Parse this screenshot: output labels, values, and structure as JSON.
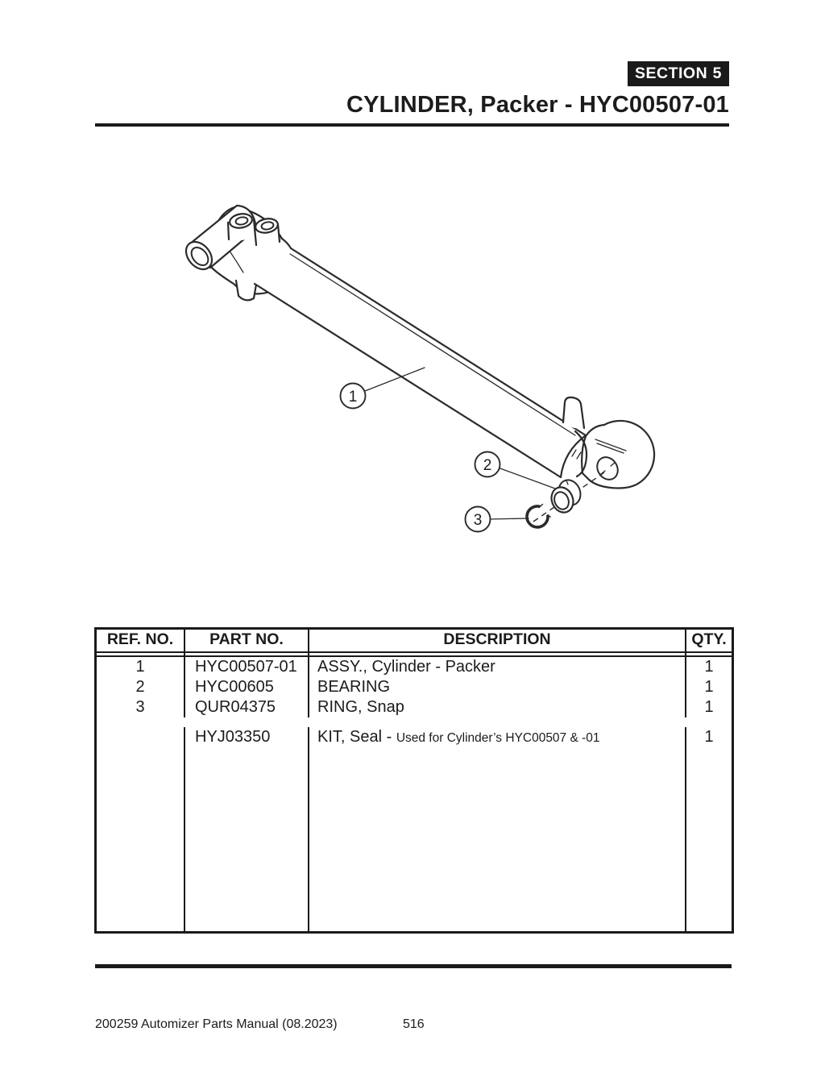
{
  "header": {
    "section_label": "SECTION",
    "section_number": "5",
    "title": "CYLINDER, Packer - HYC00507-01"
  },
  "colors": {
    "ink": "#1a1a1a",
    "line": "#2b2b2b",
    "paper": "#ffffff"
  },
  "diagram": {
    "callouts": [
      {
        "n": "1"
      },
      {
        "n": "2"
      },
      {
        "n": "3"
      }
    ]
  },
  "table": {
    "headers": [
      "REF. NO.",
      "PART NO.",
      "DESCRIPTION",
      "QTY."
    ],
    "rows": [
      {
        "ref": "1",
        "part": "HYC00507-01",
        "desc": "ASSY., Cylinder - Packer",
        "qty": "1"
      },
      {
        "ref": "2",
        "part": "HYC00605",
        "desc": "BEARING",
        "qty": "1"
      },
      {
        "ref": "3",
        "part": "QUR04375",
        "desc": "RING, Snap",
        "qty": "1"
      }
    ],
    "kit_row": {
      "ref": "",
      "part": "HYJ03350",
      "desc_main": "KIT, Seal - ",
      "desc_note": "Used for Cylinder’s HYC00507 & -01",
      "qty": "1"
    }
  },
  "footer": {
    "manual": "200259 Automizer Parts Manual (08.2023)",
    "page_number": "516"
  }
}
